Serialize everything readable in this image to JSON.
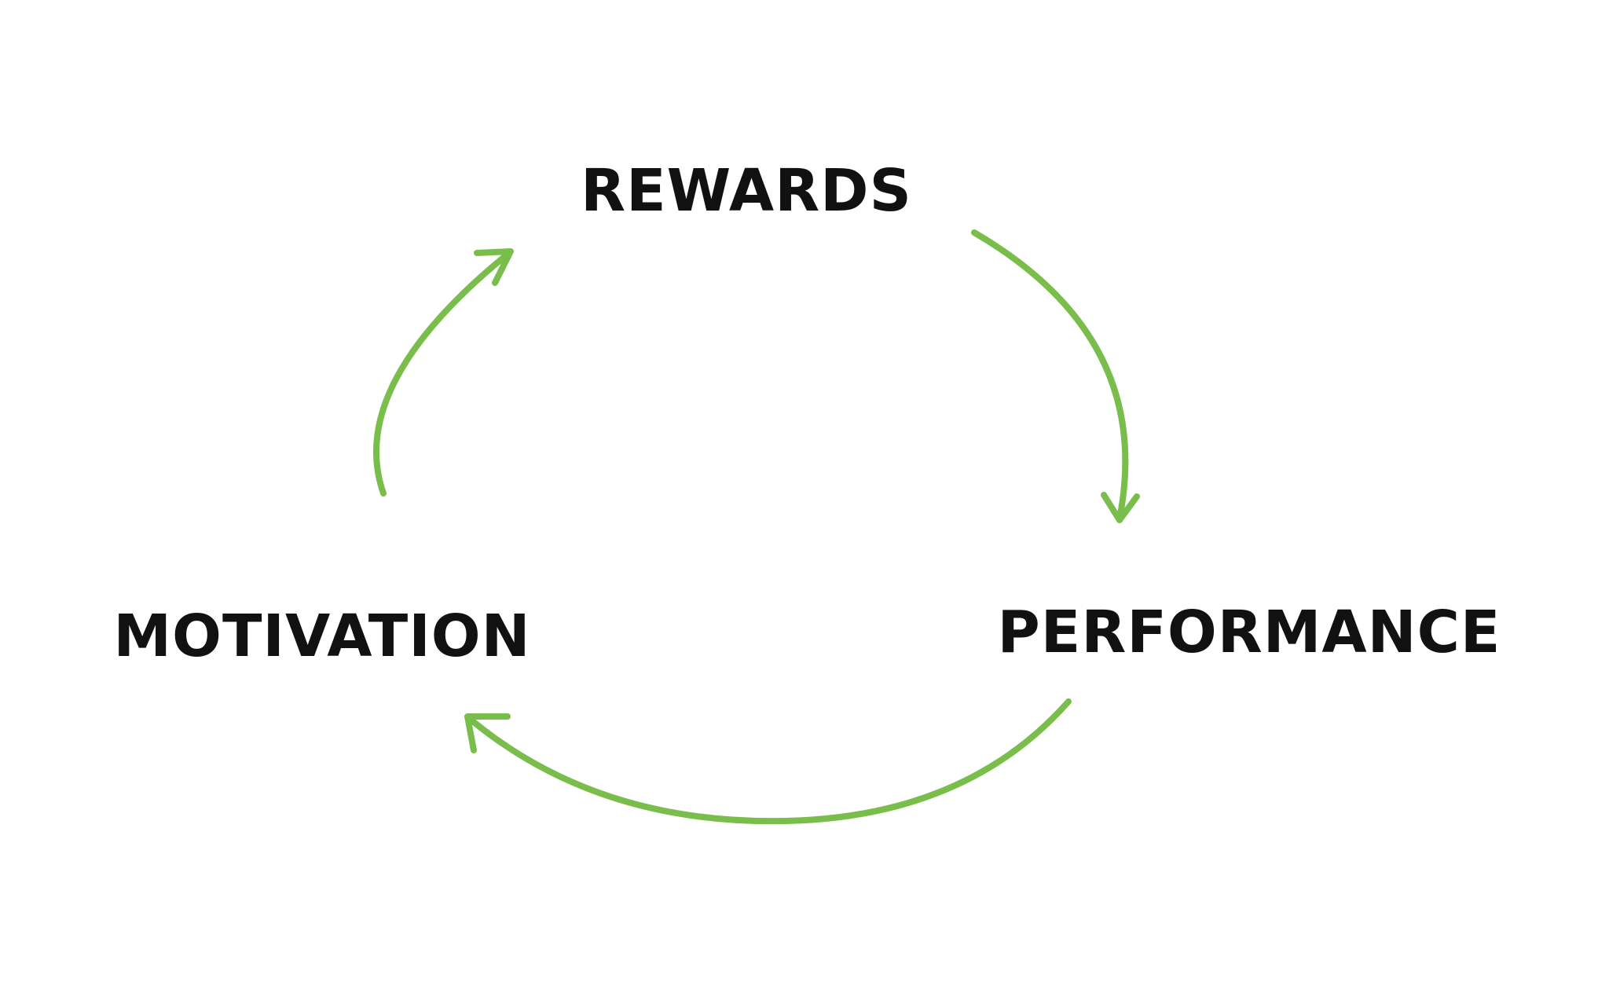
{
  "nodes": {
    "rewards": "REWARDS",
    "performance": "PERFORMANCE",
    "motivation": "MOTIVATION"
  },
  "edges": [
    {
      "from": "rewards",
      "to": "performance"
    },
    {
      "from": "performance",
      "to": "motivation"
    },
    {
      "from": "motivation",
      "to": "rewards"
    }
  ],
  "colors": {
    "arrow": "#79bd4b",
    "text": "#111111",
    "background": "#ffffff"
  }
}
